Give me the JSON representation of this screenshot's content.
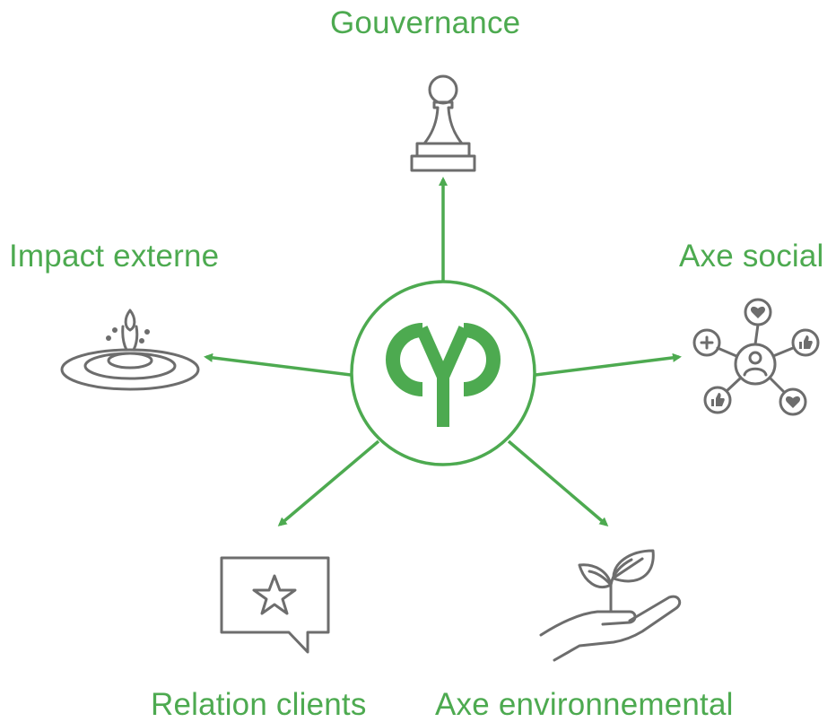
{
  "diagram": {
    "nodes": [
      {
        "id": "governance",
        "label": "Gouvernance",
        "icon": "chess-pawn-icon"
      },
      {
        "id": "social",
        "label": "Axe social",
        "icon": "social-network-icon"
      },
      {
        "id": "environment",
        "label": "Axe environnemental",
        "icon": "plant-in-hand-icon"
      },
      {
        "id": "clients",
        "label": "Relation clients",
        "icon": "star-speech-bubble-icon"
      },
      {
        "id": "impact",
        "label": "Impact externe",
        "icon": "water-drop-ripple-icon"
      }
    ],
    "center": {
      "icon": "company-logo"
    },
    "colors": {
      "accent": "#4daa50",
      "icon": "#6d6d6d"
    }
  }
}
